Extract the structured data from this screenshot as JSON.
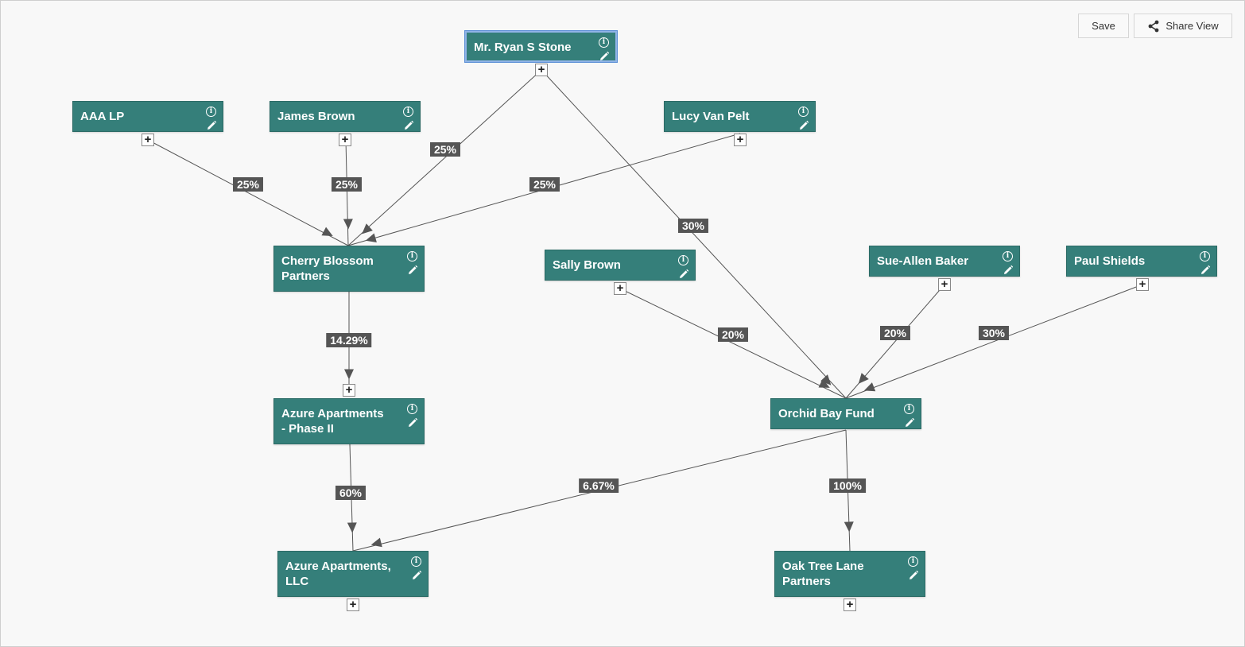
{
  "toolbar": {
    "save_label": "Save",
    "share_label": "Share View",
    "share_icon": "share-icon"
  },
  "colors": {
    "node_fill": "#357f7a",
    "edge_label_fill": "#555555",
    "edge_line": "#555555",
    "background": "#f8f8f8"
  },
  "nodes": [
    {
      "id": "ryan",
      "label": "Mr. Ryan S Stone",
      "selected": true
    },
    {
      "id": "aaa",
      "label": "AAA LP"
    },
    {
      "id": "james",
      "label": "James Brown"
    },
    {
      "id": "lucy",
      "label": "Lucy Van Pelt"
    },
    {
      "id": "cherry",
      "label": "Cherry Blossom\nPartners"
    },
    {
      "id": "sally",
      "label": "Sally Brown"
    },
    {
      "id": "sue",
      "label": "Sue-Allen Baker"
    },
    {
      "id": "paul",
      "label": "Paul Shields"
    },
    {
      "id": "azure2",
      "label": "Azure Apartments\n- Phase II"
    },
    {
      "id": "orchid",
      "label": "Orchid Bay Fund"
    },
    {
      "id": "azurellc",
      "label": "Azure Apartments,\nLLC"
    },
    {
      "id": "oak",
      "label": "Oak Tree Lane\nPartners"
    }
  ],
  "edges": [
    {
      "from": "aaa",
      "to": "cherry",
      "label": "25%"
    },
    {
      "from": "james",
      "to": "cherry",
      "label": "25%"
    },
    {
      "from": "ryan",
      "to": "cherry",
      "label": "25%"
    },
    {
      "from": "lucy",
      "to": "cherry",
      "label": "25%"
    },
    {
      "from": "ryan",
      "to": "orchid",
      "label": "30%"
    },
    {
      "from": "cherry",
      "to": "azure2",
      "label": "14.29%"
    },
    {
      "from": "sally",
      "to": "orchid",
      "label": "20%"
    },
    {
      "from": "sue",
      "to": "orchid",
      "label": "20%"
    },
    {
      "from": "paul",
      "to": "orchid",
      "label": "30%"
    },
    {
      "from": "azure2",
      "to": "azurellc",
      "label": "60%"
    },
    {
      "from": "orchid",
      "to": "azurellc",
      "label": "6.67%"
    },
    {
      "from": "orchid",
      "to": "oak",
      "label": "100%"
    }
  ]
}
